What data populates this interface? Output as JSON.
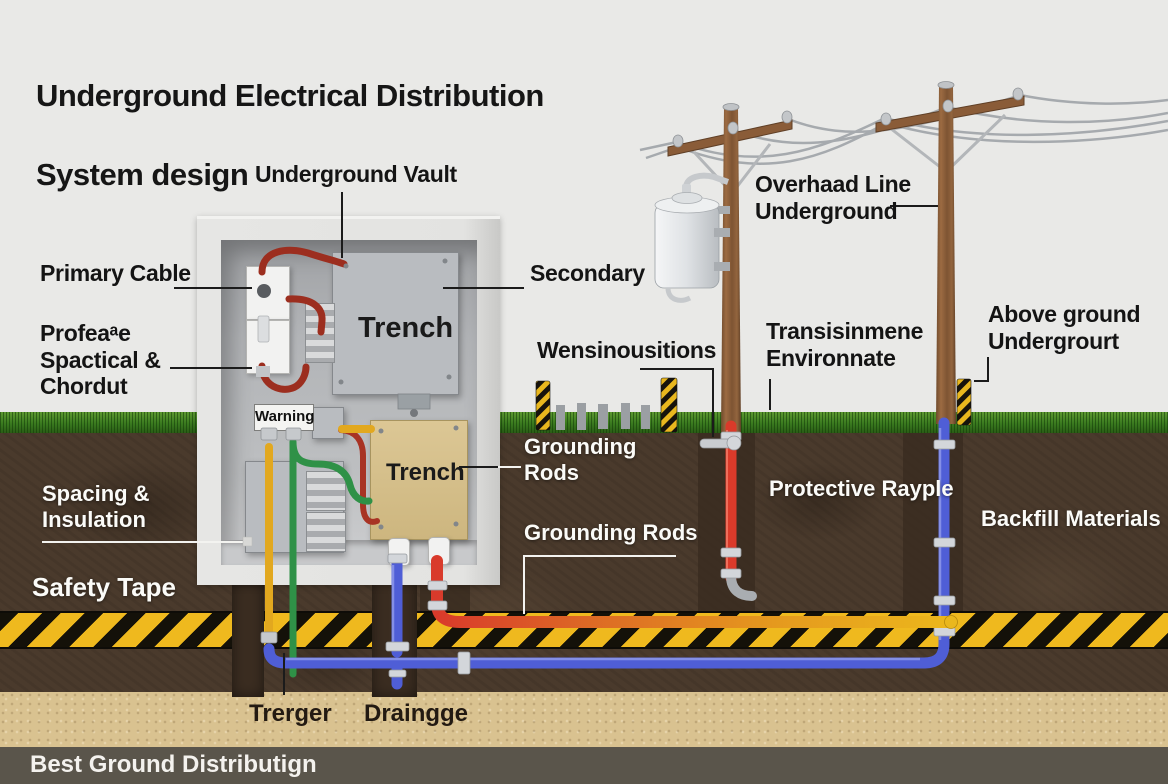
{
  "title": {
    "line1": "Underground Electrical Distribution",
    "line2": "System design"
  },
  "callouts_black": {
    "underground_vault": "Underground Vault",
    "primary_cable": "Primary Cable",
    "profeae": "Profeaᵃe\nSpactical &\nChordut",
    "secondary": "Secondary",
    "wensinousitions": "Wensinousitions",
    "overhead_line": "Overhaad Line\nUnderground",
    "transmission": "Transisinmene\nEnvironnate",
    "above_ground": "Above ground\nUndergrourt",
    "trerger": "Trerger",
    "draingge": "Draingge"
  },
  "callouts_white": {
    "grounding_rods_upper": "Grounding\nRods",
    "grounding_rods_lower": "Grounding Rods",
    "spacing_insulation": "Spacing &\nInsulation",
    "safety_tape": "Safety Tape",
    "protective_rayple": "Protective Rayple",
    "backfill_materials": "Backfill Materials"
  },
  "equipment_labels": {
    "trench_upper": "Trench",
    "trench_lower": "Trench",
    "warning": "Warning"
  },
  "footer": {
    "text": "Best Ground Distributign"
  },
  "colors": {
    "background": "#e9e9e7",
    "soil": "#4a3a2c",
    "sand": "#d9c290",
    "grass": "#3a7a1f",
    "hazard_yellow": "#efb91e",
    "hazard_black": "#141109",
    "footer_bar": "#5a554b",
    "red_conduit": "#da3a2a",
    "blue_conduit": "#5563d8",
    "green_cable": "#2f9147",
    "yellow_cable": "#e2a81f",
    "wood_pole": "#8a5c38"
  }
}
